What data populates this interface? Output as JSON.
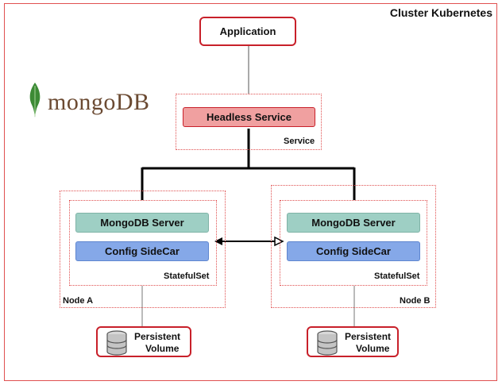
{
  "cluster": {
    "title": "Cluster Kubernetes"
  },
  "application": {
    "label": "Application"
  },
  "logo": {
    "text": "mongoDB"
  },
  "service": {
    "headless_label": "Headless Service",
    "group_label": "Service"
  },
  "nodes": [
    {
      "node_label": "Node A",
      "server_label": "MongoDB Server",
      "sidecar_label": "Config SideCar",
      "statefulset_label": "StatefulSet",
      "volume_line1": "Persistent",
      "volume_line2": "Volume"
    },
    {
      "node_label": "Node B",
      "server_label": "MongoDB Server",
      "sidecar_label": "Config SideCar",
      "statefulset_label": "StatefulSet",
      "volume_line1": "Persistent",
      "volume_line2": "Volume"
    }
  ],
  "colors": {
    "cluster_border": "#e05050",
    "red_accent": "#c8202a",
    "headless_fill": "#f0a0a0",
    "server_fill": "#9ecfc4",
    "sidecar_fill": "#85a8e8",
    "mongo_green": "#3c8a35",
    "mongo_text": "#6b4a32"
  },
  "icons": {
    "database": "database-cylinder-icon",
    "leaf": "mongodb-leaf-icon"
  }
}
